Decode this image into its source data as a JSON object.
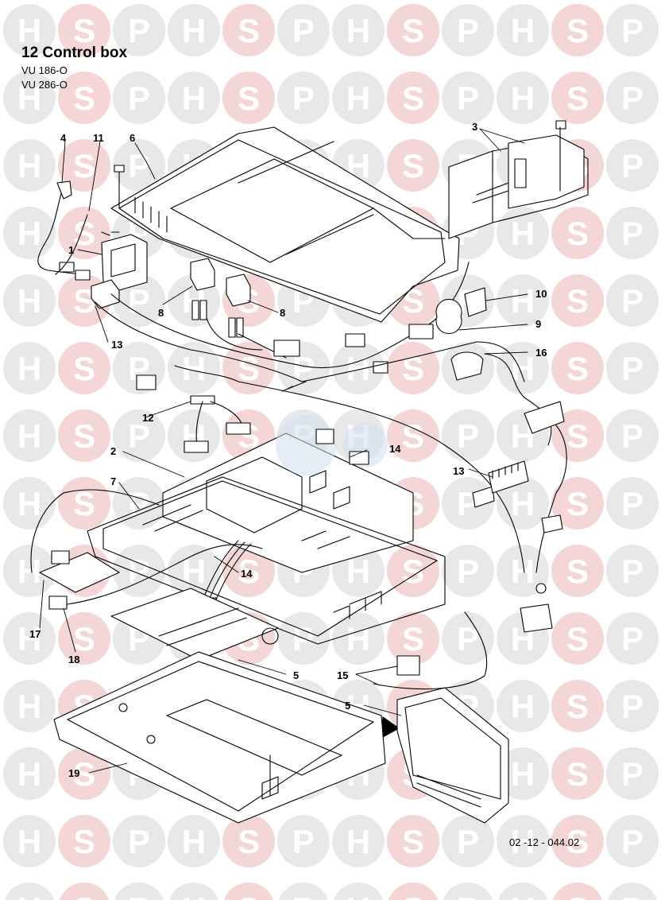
{
  "header": {
    "title": "12 Control box",
    "models": [
      "VU 186-O",
      "VU 286-O"
    ]
  },
  "watermark": {
    "letters": [
      "H",
      "S",
      "P"
    ],
    "colors": {
      "h": "#e8e8e8",
      "s": "#f5d6d6",
      "p": "#e8e8e8",
      "text": "#ffffff"
    }
  },
  "callouts": {
    "c1": "1",
    "c2": "2",
    "c3": "3",
    "c4": "4",
    "c5a": "5",
    "c5b": "5",
    "c6": "6",
    "c7": "7",
    "c8a": "8",
    "c8b": "8",
    "c9": "9",
    "c10": "10",
    "c11": "11",
    "c12": "12",
    "c13a": "13",
    "c13b": "13",
    "c14a": "14",
    "c14b": "14",
    "c15": "15",
    "c16": "16",
    "c17": "17",
    "c18": "18",
    "c19": "19"
  },
  "footer": {
    "ref": "02 -12 - 044.02"
  },
  "colors": {
    "line": "#000000",
    "accent_blue": "#a9c9e8"
  }
}
